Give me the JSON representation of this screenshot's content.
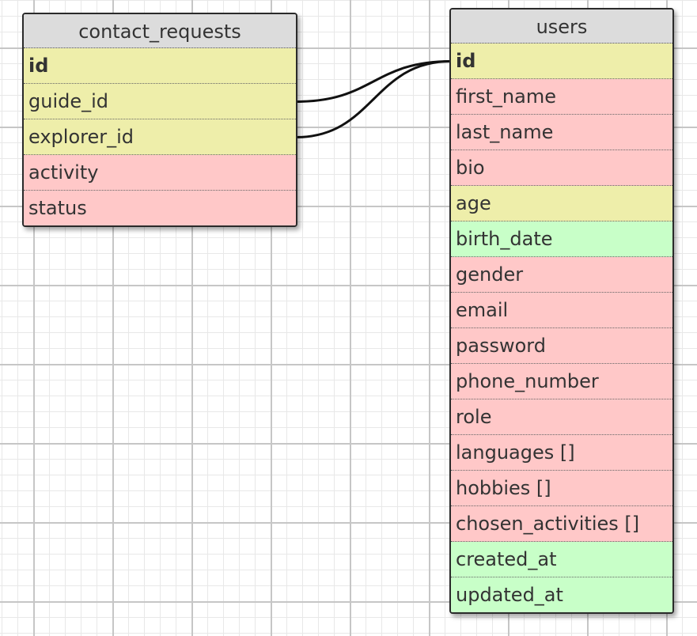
{
  "tables": [
    {
      "name": "contact_requests",
      "fields": [
        {
          "name": "id",
          "kind": "fk",
          "key": true
        },
        {
          "name": "guide_id",
          "kind": "fk",
          "key": false
        },
        {
          "name": "explorer_id",
          "kind": "fk",
          "key": false
        },
        {
          "name": "activity",
          "kind": "text",
          "key": false
        },
        {
          "name": "status",
          "kind": "text",
          "key": false
        }
      ]
    },
    {
      "name": "users",
      "fields": [
        {
          "name": "id",
          "kind": "fk",
          "key": true
        },
        {
          "name": "first_name",
          "kind": "text",
          "key": false
        },
        {
          "name": "last_name",
          "kind": "text",
          "key": false
        },
        {
          "name": "bio",
          "kind": "text",
          "key": false
        },
        {
          "name": "age",
          "kind": "fk",
          "key": false
        },
        {
          "name": "birth_date",
          "kind": "date",
          "key": false
        },
        {
          "name": "gender",
          "kind": "text",
          "key": false
        },
        {
          "name": "email",
          "kind": "text",
          "key": false
        },
        {
          "name": "password",
          "kind": "text",
          "key": false
        },
        {
          "name": "phone_number",
          "kind": "text",
          "key": false
        },
        {
          "name": "role",
          "kind": "text",
          "key": false
        },
        {
          "name": "languages []",
          "kind": "text",
          "key": false
        },
        {
          "name": "hobbies []",
          "kind": "text",
          "key": false
        },
        {
          "name": "chosen_activities []",
          "kind": "text",
          "key": false
        },
        {
          "name": "created_at",
          "kind": "date",
          "key": false
        },
        {
          "name": "updated_at",
          "kind": "date",
          "key": false
        }
      ]
    }
  ],
  "relations": [
    {
      "from_table": "contact_requests",
      "from_field": "guide_id",
      "to_table": "users",
      "to_field": "id"
    },
    {
      "from_table": "contact_requests",
      "from_field": "explorer_id",
      "to_table": "users",
      "to_field": "id"
    }
  ],
  "colors": {
    "header": "#dcdcdc",
    "fk": "#eeeeaa",
    "text": "#ffc8c8",
    "date": "#c8ffc8"
  }
}
